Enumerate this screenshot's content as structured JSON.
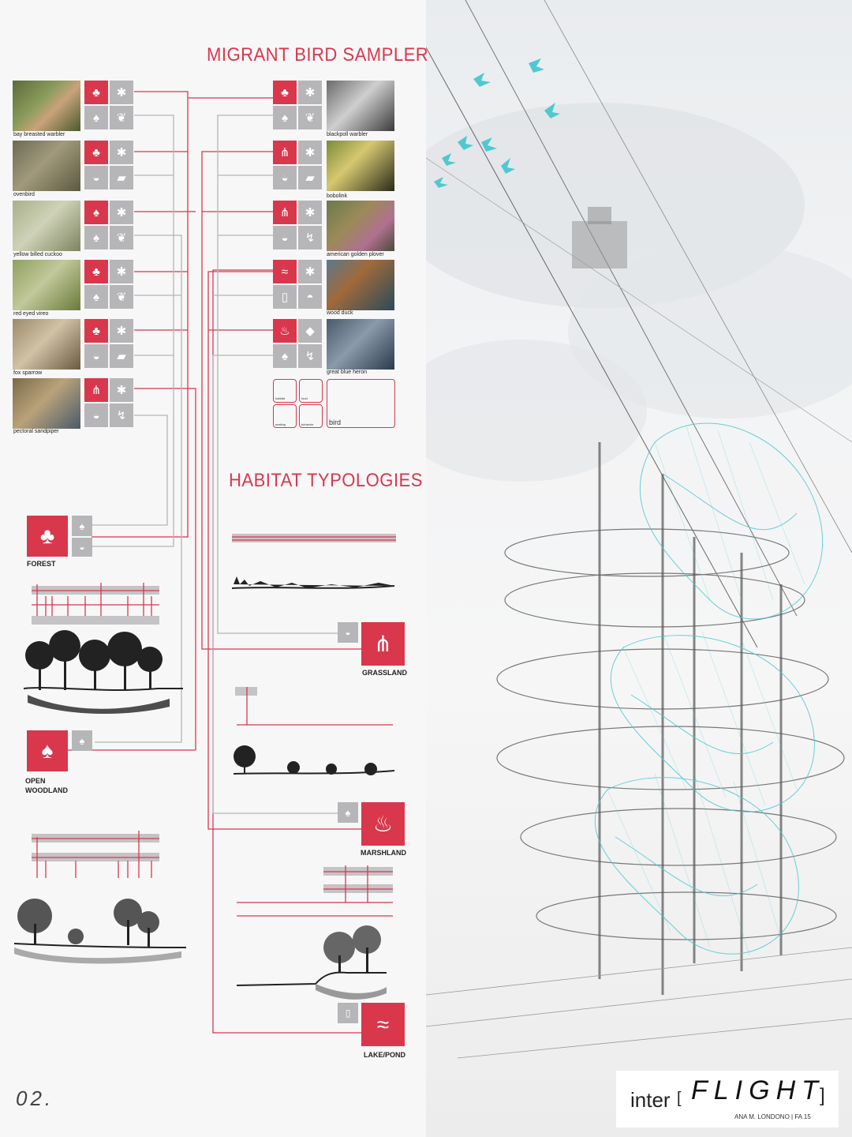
{
  "page_title_birds": "MIGRANT BIRD SAMPLER",
  "page_title_habitats": "HABITAT TYPOLOGIES",
  "page_number": "02.",
  "colors": {
    "accent": "#d9374c",
    "neutral": "#b6b6b8",
    "cyan": "#4ec9d0"
  },
  "left_birds": [
    {
      "name": "bay breasted warbler"
    },
    {
      "name": "ovenbird"
    },
    {
      "name": "yellow billed cuckoo"
    },
    {
      "name": "red eyed vireo"
    },
    {
      "name": "fox sparrow"
    },
    {
      "name": "pectoral sandpiper"
    }
  ],
  "right_birds": [
    {
      "name": "blackpoll warbler"
    },
    {
      "name": "bobolink"
    },
    {
      "name": "american golden plover"
    },
    {
      "name": "wood duck"
    },
    {
      "name": "great blue heron"
    }
  ],
  "legend": {
    "habitat": "habitat",
    "food": "food",
    "nesting": "nesting",
    "behavior": "behavior",
    "bird": "bird"
  },
  "habitats": [
    {
      "name": "FOREST"
    },
    {
      "name_line1": "OPEN",
      "name_line2": "WOODLAND"
    },
    {
      "name": "GRASSLAND"
    },
    {
      "name": "MARSHLAND"
    },
    {
      "name": "LAKE/POND"
    }
  ],
  "logo": {
    "prefix": "inter",
    "bracket_open": "[",
    "word": "FLIGHT",
    "bracket_close": "]",
    "credit": "ANA M. LONDONO | FA 15"
  }
}
